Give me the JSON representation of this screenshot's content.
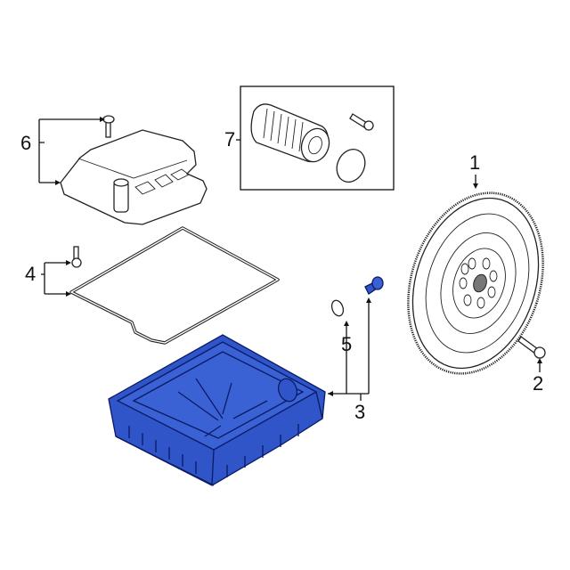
{
  "diagram": {
    "type": "exploded-parts-diagram",
    "highlight_color": "#2f55c8",
    "callouts": [
      {
        "id": "1",
        "label": "1",
        "part": "flywheel"
      },
      {
        "id": "2",
        "label": "2",
        "part": "flywheel-bolt"
      },
      {
        "id": "3",
        "label": "3",
        "part": "transmission-oil-pan (highlighted)"
      },
      {
        "id": "4",
        "label": "4",
        "part": "pan-gasket-and-bolt"
      },
      {
        "id": "5",
        "label": "5",
        "part": "o-ring"
      },
      {
        "id": "6",
        "label": "6",
        "part": "filter-cover-and-screw"
      },
      {
        "id": "7",
        "label": "7",
        "part": "filter-kit (filter, bolt, o-ring)"
      }
    ]
  }
}
